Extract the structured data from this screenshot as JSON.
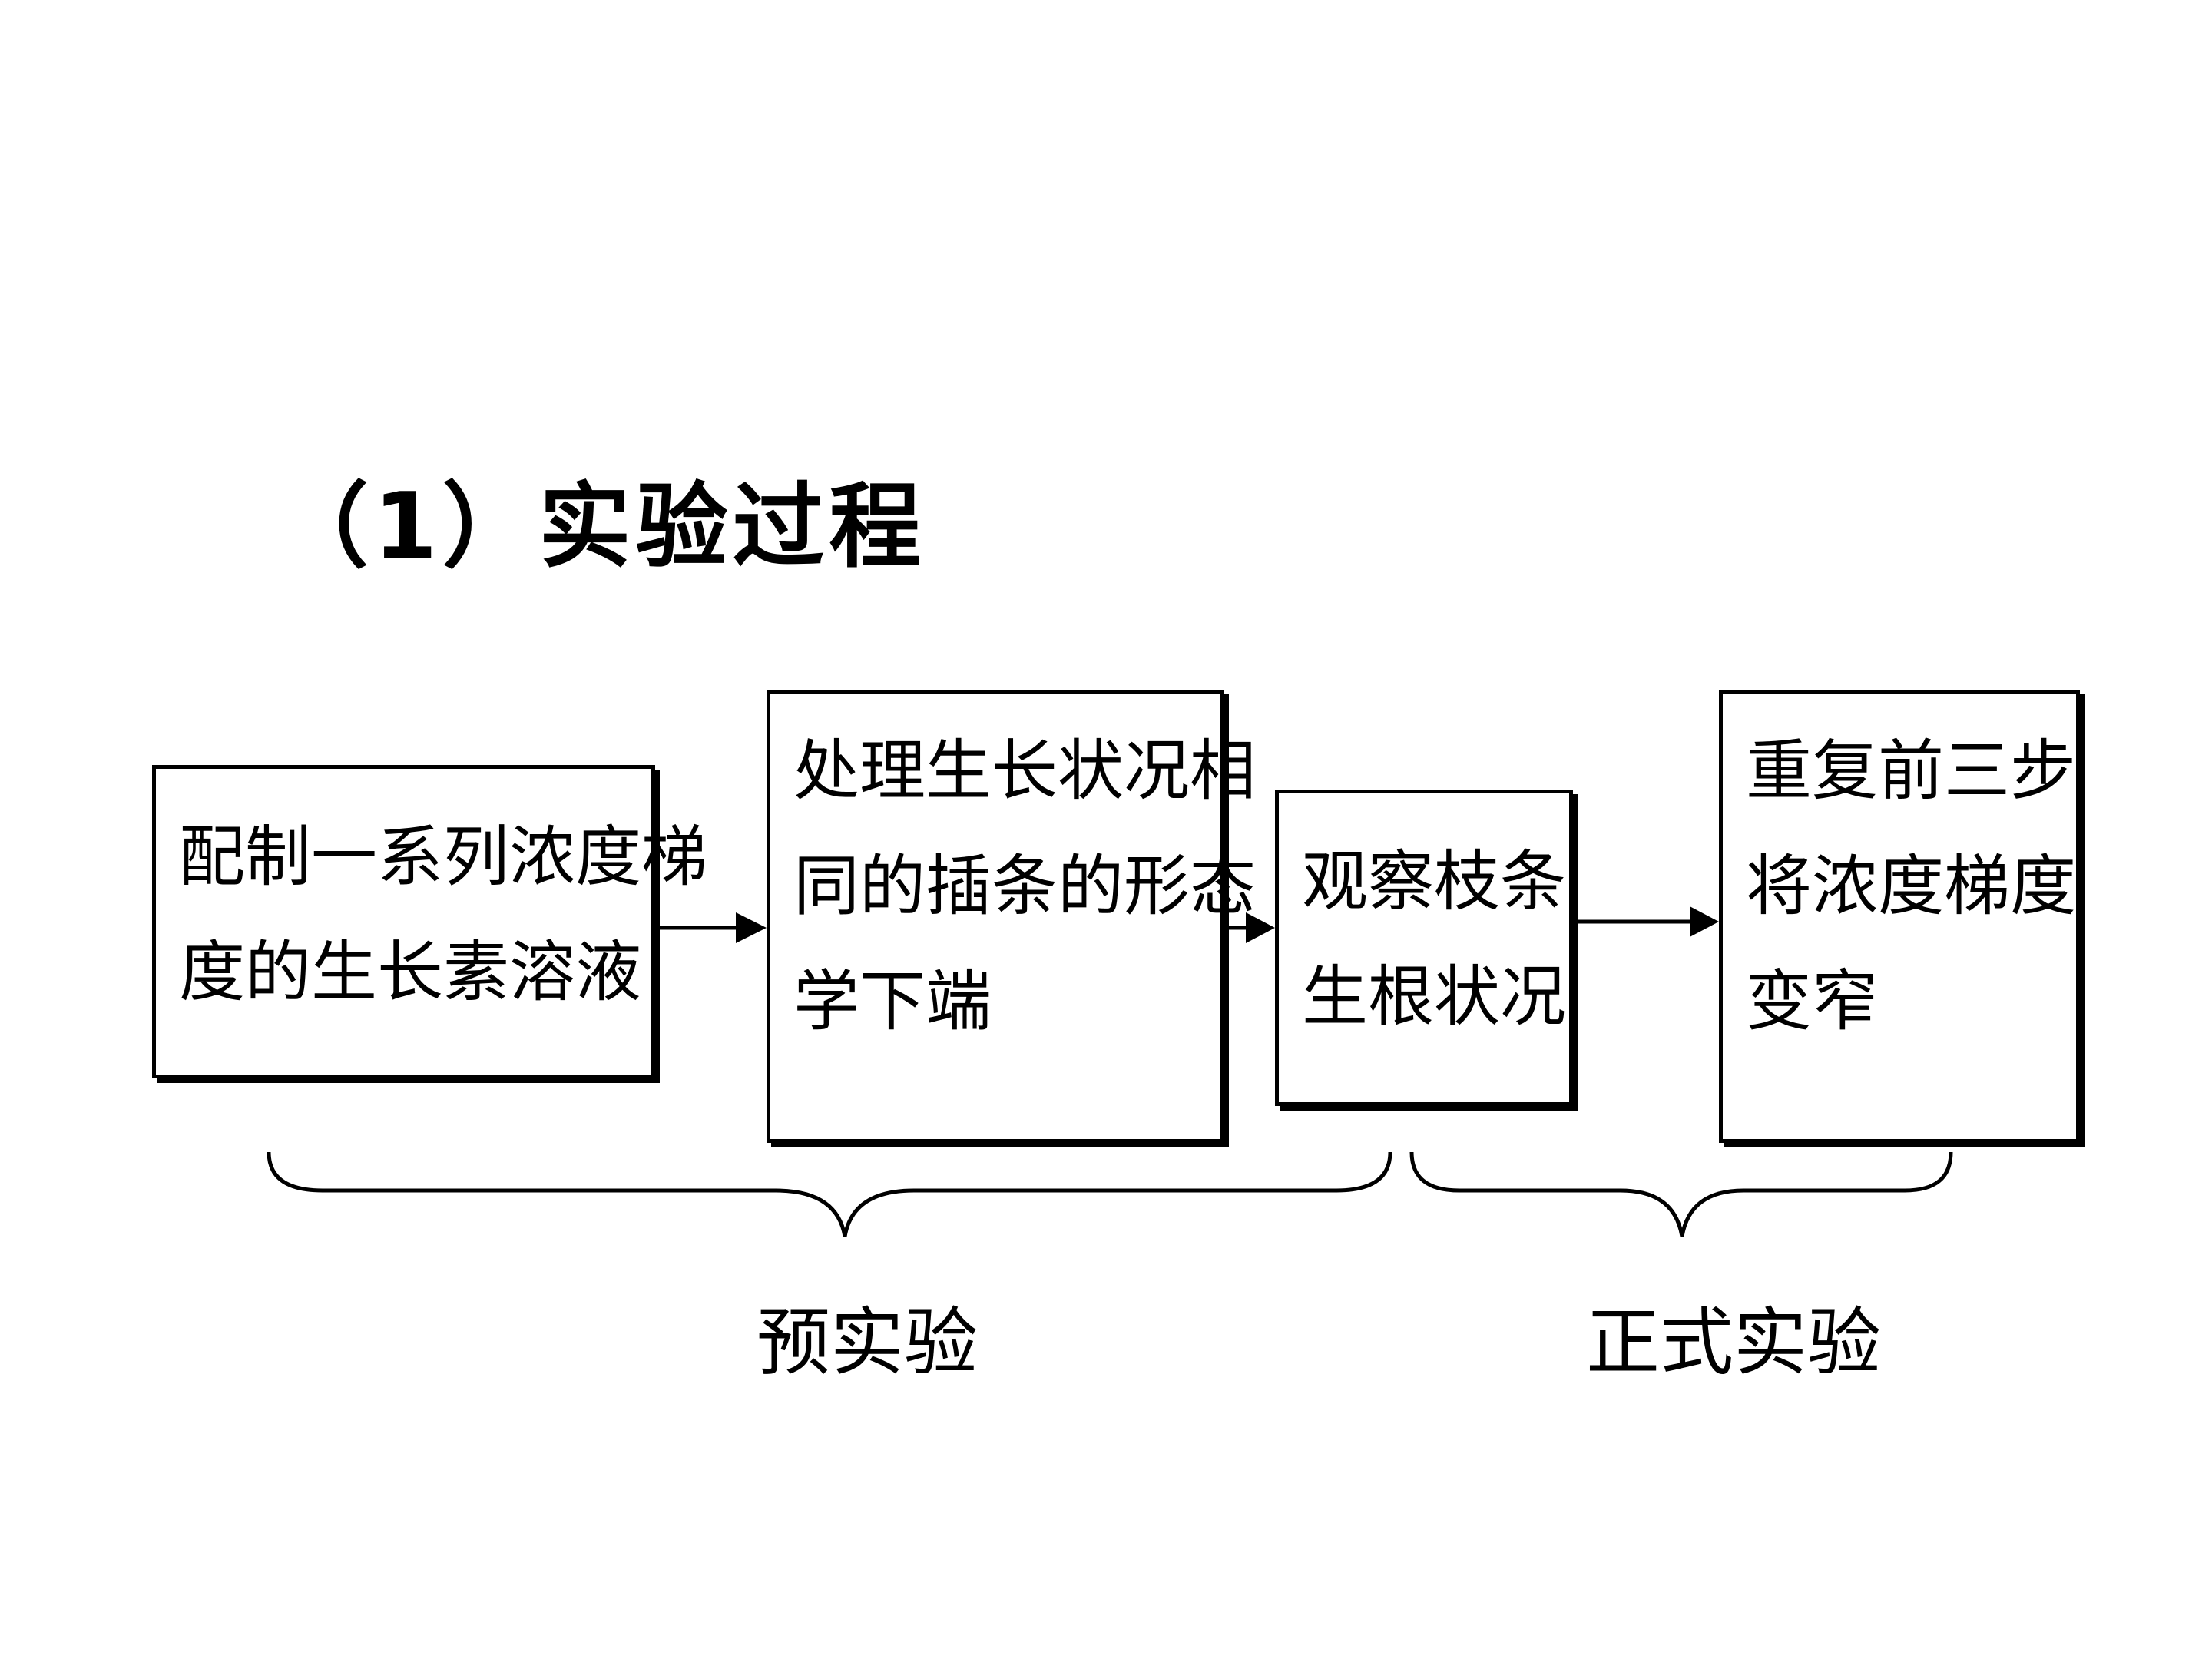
{
  "title": "（1）实验过程",
  "steps": [
    {
      "lines": [
        "配制一系列浓度梯",
        "度的生长素溶液"
      ]
    },
    {
      "lines": [
        "处理生长状况相",
        "同的插条的形态",
        "学下端"
      ]
    },
    {
      "lines": [
        "观察枝条",
        "生根状况"
      ]
    },
    {
      "lines": [
        "重复前三步",
        "将浓度梯度",
        "变窄"
      ]
    }
  ],
  "phases": {
    "pre": "预实验",
    "formal": "正式实验"
  }
}
